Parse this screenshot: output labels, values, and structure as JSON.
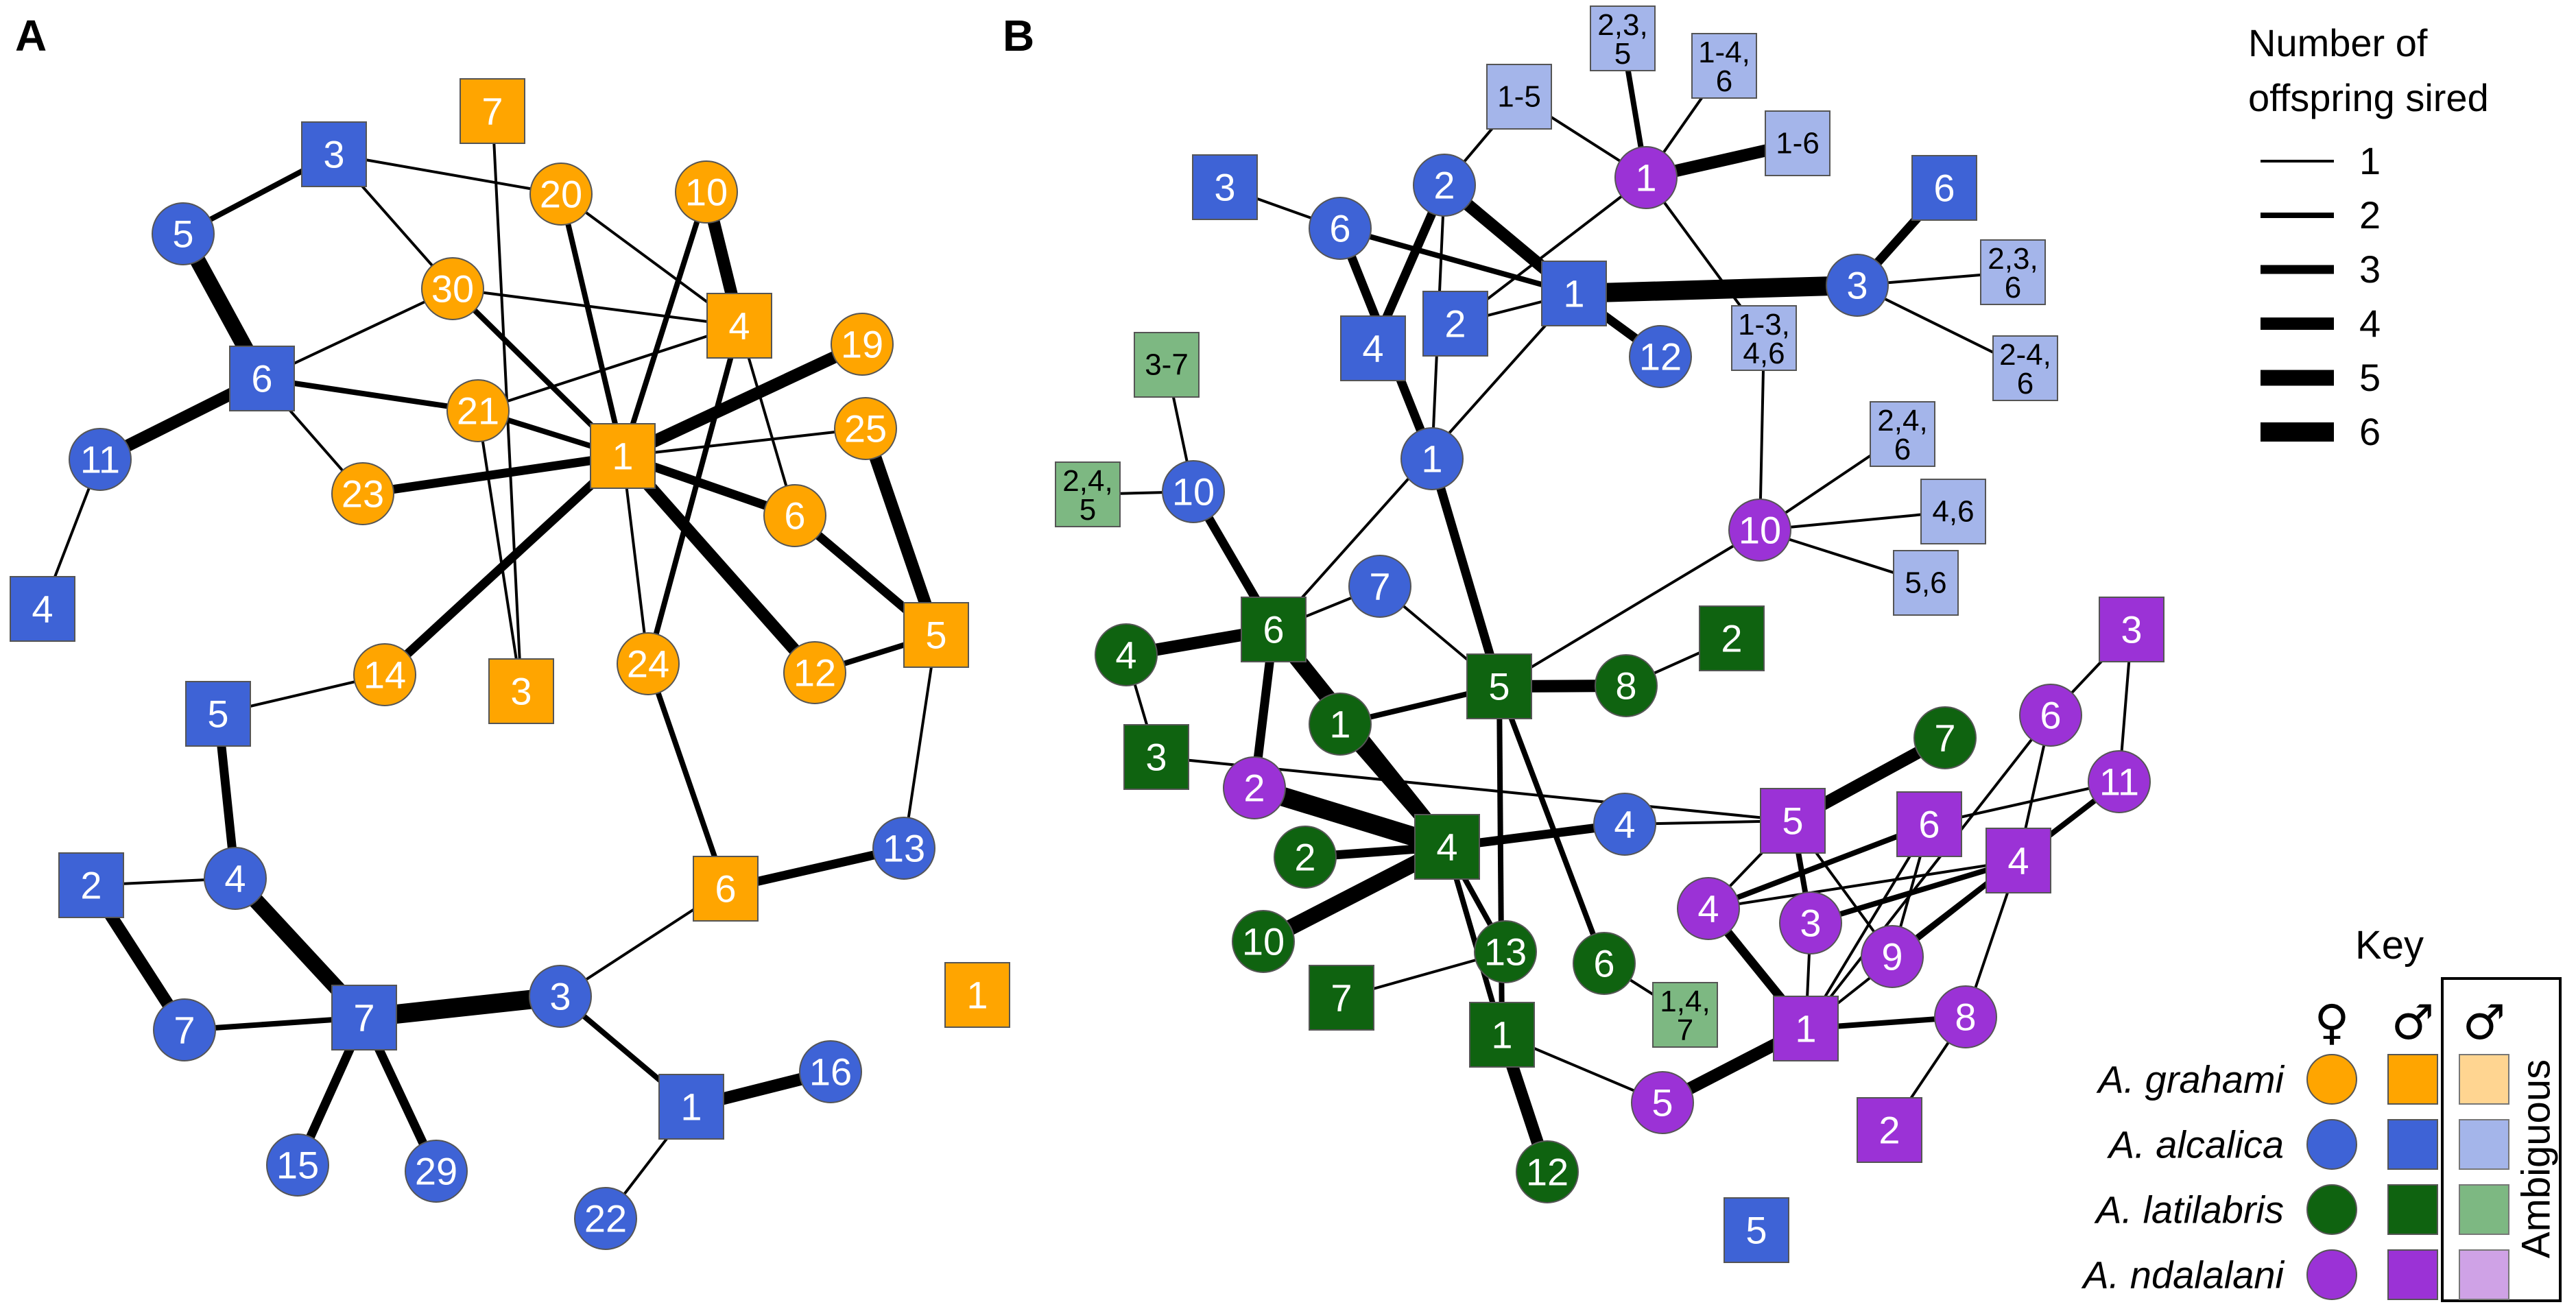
{
  "panels": [
    "A",
    "B"
  ],
  "colors": {
    "A. grahami": "#ffa500",
    "A. alcalica": "#3e63d6",
    "A. latilabris": "#0f6310",
    "A. ndalalani": "#9b32d6",
    "amb_grahami": "#ffd591",
    "amb_alcalica": "#a4b5ea",
    "amb_latilabris": "#7db882",
    "amb_ndalalani": "#cfa2e6",
    "edge": "#000000"
  },
  "legend": {
    "title": "Number of offspring sired",
    "levels": [
      "1",
      "2",
      "3",
      "4",
      "5",
      "6"
    ],
    "key_title": "Key",
    "female_symbol": "♀",
    "male_symbol": "♂",
    "ambiguous_symbol": "♂",
    "ambiguous_label": "Ambiguous",
    "species": [
      "A. grahami",
      "A. alcalica",
      "A. latilabris",
      "A. ndalalani"
    ]
  },
  "panelA": {
    "nodes": [
      {
        "id": "aS7",
        "sp": "A. grahami",
        "shape": "square",
        "label": "7"
      },
      {
        "id": "aS3b",
        "sp": "A. alcalica",
        "shape": "square",
        "label": "3"
      },
      {
        "id": "aC20",
        "sp": "A. grahami",
        "shape": "circle",
        "label": "20"
      },
      {
        "id": "aC10",
        "sp": "A. grahami",
        "shape": "circle",
        "label": "10"
      },
      {
        "id": "aC5",
        "sp": "A. alcalica",
        "shape": "circle",
        "label": "5"
      },
      {
        "id": "aC30",
        "sp": "A. grahami",
        "shape": "circle",
        "label": "30"
      },
      {
        "id": "aS4o",
        "sp": "A. grahami",
        "shape": "square",
        "label": "4"
      },
      {
        "id": "aC19",
        "sp": "A. grahami",
        "shape": "circle",
        "label": "19"
      },
      {
        "id": "aS6b",
        "sp": "A. alcalica",
        "shape": "square",
        "label": "6"
      },
      {
        "id": "aC21",
        "sp": "A. grahami",
        "shape": "circle",
        "label": "21"
      },
      {
        "id": "aC25",
        "sp": "A. grahami",
        "shape": "circle",
        "label": "25"
      },
      {
        "id": "aC11",
        "sp": "A. alcalica",
        "shape": "circle",
        "label": "11"
      },
      {
        "id": "aS1o",
        "sp": "A. grahami",
        "shape": "square",
        "label": "1"
      },
      {
        "id": "aC23",
        "sp": "A. grahami",
        "shape": "circle",
        "label": "23"
      },
      {
        "id": "aC6",
        "sp": "A. grahami",
        "shape": "circle",
        "label": "6"
      },
      {
        "id": "aS4b",
        "sp": "A. alcalica",
        "shape": "square",
        "label": "4"
      },
      {
        "id": "aS5b",
        "sp": "A. alcalica",
        "shape": "square",
        "label": "5"
      },
      {
        "id": "aC14",
        "sp": "A. grahami",
        "shape": "circle",
        "label": "14"
      },
      {
        "id": "aS3o",
        "sp": "A. grahami",
        "shape": "square",
        "label": "3"
      },
      {
        "id": "aC24",
        "sp": "A. grahami",
        "shape": "circle",
        "label": "24"
      },
      {
        "id": "aC12",
        "sp": "A. grahami",
        "shape": "circle",
        "label": "12"
      },
      {
        "id": "aS5o",
        "sp": "A. grahami",
        "shape": "square",
        "label": "5"
      },
      {
        "id": "aS2b",
        "sp": "A. alcalica",
        "shape": "square",
        "label": "2"
      },
      {
        "id": "aC4b",
        "sp": "A. alcalica",
        "shape": "circle",
        "label": "4"
      },
      {
        "id": "aC13",
        "sp": "A. alcalica",
        "shape": "circle",
        "label": "13"
      },
      {
        "id": "aS6o",
        "sp": "A. grahami",
        "shape": "square",
        "label": "6"
      },
      {
        "id": "aS1o2",
        "sp": "A. grahami",
        "shape": "square",
        "label": "1"
      },
      {
        "id": "aC7",
        "sp": "A. alcalica",
        "shape": "circle",
        "label": "7"
      },
      {
        "id": "aS7b",
        "sp": "A. alcalica",
        "shape": "square",
        "label": "7"
      },
      {
        "id": "aC3b",
        "sp": "A. alcalica",
        "shape": "circle",
        "label": "3"
      },
      {
        "id": "aS1b",
        "sp": "A. alcalica",
        "shape": "square",
        "label": "1"
      },
      {
        "id": "aC16",
        "sp": "A. alcalica",
        "shape": "circle",
        "label": "16"
      },
      {
        "id": "aC15",
        "sp": "A. alcalica",
        "shape": "circle",
        "label": "15"
      },
      {
        "id": "aC29",
        "sp": "A. alcalica",
        "shape": "circle",
        "label": "29"
      },
      {
        "id": "aC22",
        "sp": "A. alcalica",
        "shape": "circle",
        "label": "22"
      }
    ],
    "edges": [
      [
        "aS7",
        "aS3o",
        1
      ],
      [
        "aS3b",
        "aC20",
        1
      ],
      [
        "aS3b",
        "aC30",
        1
      ],
      [
        "aS3b",
        "aC5",
        2
      ],
      [
        "aC5",
        "aS6b",
        5
      ],
      [
        "aS6b",
        "aC11",
        4
      ],
      [
        "aS6b",
        "aC30",
        1
      ],
      [
        "aS6b",
        "aC21",
        2
      ],
      [
        "aS6b",
        "aC23",
        1
      ],
      [
        "aC11",
        "aS4b",
        1
      ],
      [
        "aC30",
        "aS4o",
        1
      ],
      [
        "aC30",
        "aS1o",
        2
      ],
      [
        "aC20",
        "aS1o",
        2
      ],
      [
        "aC20",
        "aS4o",
        1
      ],
      [
        "aC10",
        "aS1o",
        2
      ],
      [
        "aC10",
        "aS4o",
        4
      ],
      [
        "aS4o",
        "aC21",
        1
      ],
      [
        "aS4o",
        "aC6",
        1
      ],
      [
        "aS4o",
        "aC24",
        2
      ],
      [
        "aC19",
        "aS1o",
        4
      ],
      [
        "aC25",
        "aS1o",
        1
      ],
      [
        "aC25",
        "aS5o",
        4
      ],
      [
        "aC21",
        "aS1o",
        2
      ],
      [
        "aC21",
        "aS3o",
        1
      ],
      [
        "aC23",
        "aS1o",
        3
      ],
      [
        "aS1o",
        "aC6",
        3
      ],
      [
        "aS1o",
        "aC12",
        4
      ],
      [
        "aS1o",
        "aC14",
        3
      ],
      [
        "aS1o",
        "aC24",
        1
      ],
      [
        "aC6",
        "aS5o",
        3
      ],
      [
        "aC12",
        "aS5o",
        2
      ],
      [
        "aS5o",
        "aC13",
        1
      ],
      [
        "aC24",
        "aS6o",
        2
      ],
      [
        "aC14",
        "aS5b",
        1
      ],
      [
        "aS5b",
        "aC4b",
        3
      ],
      [
        "aS2b",
        "aC4b",
        1
      ],
      [
        "aS2b",
        "aC7",
        4
      ],
      [
        "aC4b",
        "aS7b",
        5
      ],
      [
        "aC7",
        "aS7b",
        2
      ],
      [
        "aS7b",
        "aC3b",
        6
      ],
      [
        "aS7b",
        "aC15",
        3
      ],
      [
        "aS7b",
        "aC29",
        3
      ],
      [
        "aC3b",
        "aS6o",
        1
      ],
      [
        "aC3b",
        "aS1b",
        2
      ],
      [
        "aS6o",
        "aC13",
        3
      ],
      [
        "aS1b",
        "aC16",
        4
      ],
      [
        "aS1b",
        "aC22",
        1
      ]
    ]
  },
  "panelB": {
    "nodes": [
      {
        "id": "bAm_235",
        "sp": "A. alcalica",
        "shape": "amb",
        "label": "2,3,\n5"
      },
      {
        "id": "bAm_1_4_6",
        "sp": "A. alcalica",
        "shape": "amb",
        "label": "1-4,\n6"
      },
      {
        "id": "bAm_1_5",
        "sp": "A. alcalica",
        "shape": "amb",
        "label": "1-5"
      },
      {
        "id": "bAm_1_6",
        "sp": "A. alcalica",
        "shape": "amb",
        "label": "1-6"
      },
      {
        "id": "bN1",
        "sp": "A. ndalalani",
        "shape": "circle",
        "label": "1"
      },
      {
        "id": "bS3b",
        "sp": "A. alcalica",
        "shape": "square",
        "label": "3"
      },
      {
        "id": "bC2b",
        "sp": "A. alcalica",
        "shape": "circle",
        "label": "2"
      },
      {
        "id": "bC6b",
        "sp": "A. alcalica",
        "shape": "circle",
        "label": "6"
      },
      {
        "id": "bS6b",
        "sp": "A. alcalica",
        "shape": "square",
        "label": "6"
      },
      {
        "id": "bS1b",
        "sp": "A. alcalica",
        "shape": "square",
        "label": "1"
      },
      {
        "id": "bC3b",
        "sp": "A. alcalica",
        "shape": "circle",
        "label": "3"
      },
      {
        "id": "bAm_236",
        "sp": "A. alcalica",
        "shape": "amb",
        "label": "2,3,\n6"
      },
      {
        "id": "bS2b",
        "sp": "A. alcalica",
        "shape": "square",
        "label": "2"
      },
      {
        "id": "bS4b",
        "sp": "A. alcalica",
        "shape": "square",
        "label": "4"
      },
      {
        "id": "bC12b",
        "sp": "A. alcalica",
        "shape": "circle",
        "label": "12"
      },
      {
        "id": "bAm_1346",
        "sp": "A. alcalica",
        "shape": "amb",
        "label": "1-3,\n4,6"
      },
      {
        "id": "bAm_2_46",
        "sp": "A. alcalica",
        "shape": "amb",
        "label": "2-4,\n6"
      },
      {
        "id": "bAmG_37",
        "sp": "A. latilabris",
        "shape": "amb",
        "label": "3-7"
      },
      {
        "id": "bC1b",
        "sp": "A. alcalica",
        "shape": "circle",
        "label": "1"
      },
      {
        "id": "bAm_246",
        "sp": "A. alcalica",
        "shape": "amb",
        "label": "2,4,\n6"
      },
      {
        "id": "bAmG_245",
        "sp": "A. latilabris",
        "shape": "amb",
        "label": "2,4,\n5"
      },
      {
        "id": "bC10b",
        "sp": "A. alcalica",
        "shape": "circle",
        "label": "10"
      },
      {
        "id": "bN10",
        "sp": "A. ndalalani",
        "shape": "circle",
        "label": "10"
      },
      {
        "id": "bAm_46",
        "sp": "A. alcalica",
        "shape": "amb",
        "label": "4,6"
      },
      {
        "id": "bAm_56",
        "sp": "A. alcalica",
        "shape": "amb",
        "label": "5,6"
      },
      {
        "id": "bG4",
        "sp": "A. latilabris",
        "shape": "circle",
        "label": "4"
      },
      {
        "id": "bGS6",
        "sp": "A. latilabris",
        "shape": "square",
        "label": "6"
      },
      {
        "id": "bC7b",
        "sp": "A. alcalica",
        "shape": "circle",
        "label": "7"
      },
      {
        "id": "bGS2",
        "sp": "A. latilabris",
        "shape": "square",
        "label": "2"
      },
      {
        "id": "bNS3",
        "sp": "A. ndalalani",
        "shape": "square",
        "label": "3"
      },
      {
        "id": "bGS3",
        "sp": "A. latilabris",
        "shape": "square",
        "label": "3"
      },
      {
        "id": "bG1",
        "sp": "A. latilabris",
        "shape": "circle",
        "label": "1"
      },
      {
        "id": "bGS5",
        "sp": "A. latilabris",
        "shape": "square",
        "label": "5"
      },
      {
        "id": "bG8",
        "sp": "A. latilabris",
        "shape": "circle",
        "label": "8"
      },
      {
        "id": "bG7",
        "sp": "A. latilabris",
        "shape": "circle",
        "label": "7"
      },
      {
        "id": "bN6",
        "sp": "A. ndalalani",
        "shape": "circle",
        "label": "6"
      },
      {
        "id": "bN11",
        "sp": "A. ndalalani",
        "shape": "circle",
        "label": "11"
      },
      {
        "id": "bN2",
        "sp": "A. ndalalani",
        "shape": "circle",
        "label": "2"
      },
      {
        "id": "bGS4",
        "sp": "A. latilabris",
        "shape": "square",
        "label": "4"
      },
      {
        "id": "bC4b",
        "sp": "A. alcalica",
        "shape": "circle",
        "label": "4"
      },
      {
        "id": "bNS5",
        "sp": "A. ndalalani",
        "shape": "square",
        "label": "5"
      },
      {
        "id": "bNS6",
        "sp": "A. ndalalani",
        "shape": "square",
        "label": "6"
      },
      {
        "id": "bNS4",
        "sp": "A. ndalalani",
        "shape": "square",
        "label": "4"
      },
      {
        "id": "bG2",
        "sp": "A. latilabris",
        "shape": "circle",
        "label": "2"
      },
      {
        "id": "bN4",
        "sp": "A. ndalalani",
        "shape": "circle",
        "label": "4"
      },
      {
        "id": "bN3",
        "sp": "A. ndalalani",
        "shape": "circle",
        "label": "3"
      },
      {
        "id": "bN9",
        "sp": "A. ndalalani",
        "shape": "circle",
        "label": "9"
      },
      {
        "id": "bG10",
        "sp": "A. latilabris",
        "shape": "circle",
        "label": "10"
      },
      {
        "id": "bG13",
        "sp": "A. latilabris",
        "shape": "circle",
        "label": "13"
      },
      {
        "id": "bG6",
        "sp": "A. latilabris",
        "shape": "circle",
        "label": "6"
      },
      {
        "id": "bAmG_147",
        "sp": "A. latilabris",
        "shape": "amb",
        "label": "1,4,\n7"
      },
      {
        "id": "bGS7",
        "sp": "A. latilabris",
        "shape": "square",
        "label": "7"
      },
      {
        "id": "bGS1",
        "sp": "A. latilabris",
        "shape": "square",
        "label": "1"
      },
      {
        "id": "bNS1",
        "sp": "A. ndalalani",
        "shape": "square",
        "label": "1"
      },
      {
        "id": "bN8",
        "sp": "A. ndalalani",
        "shape": "circle",
        "label": "8"
      },
      {
        "id": "bN5",
        "sp": "A. ndalalani",
        "shape": "circle",
        "label": "5"
      },
      {
        "id": "bNS2",
        "sp": "A. ndalalani",
        "shape": "square",
        "label": "2"
      },
      {
        "id": "bG12",
        "sp": "A. latilabris",
        "shape": "circle",
        "label": "12"
      },
      {
        "id": "bS5b",
        "sp": "A. alcalica",
        "shape": "square",
        "label": "5"
      }
    ],
    "edges": [
      [
        "bAm_235",
        "bN1",
        2
      ],
      [
        "bAm_1_4_6",
        "bN1",
        1
      ],
      [
        "bAm_1_6",
        "bN1",
        4
      ],
      [
        "bN1",
        "bAm_1_5",
        1
      ],
      [
        "bN1",
        "bS2b",
        1
      ],
      [
        "bN1",
        "bAm_1346",
        1
      ],
      [
        "bAm_1_5",
        "bC2b",
        1
      ],
      [
        "bS3b",
        "bC6b",
        1
      ],
      [
        "bC6b",
        "bS1b",
        2
      ],
      [
        "bC6b",
        "bC1b",
        3
      ],
      [
        "bC2b",
        "bS1b",
        4
      ],
      [
        "bC2b",
        "bS4b",
        3
      ],
      [
        "bC2b",
        "bC1b",
        1
      ],
      [
        "bS1b",
        "bC3b",
        6
      ],
      [
        "bS1b",
        "bC12b",
        3
      ],
      [
        "bS1b",
        "bGS6",
        1
      ],
      [
        "bS1b",
        "bS2b",
        1
      ],
      [
        "bS6b",
        "bC3b",
        3
      ],
      [
        "bC3b",
        "bAm_236",
        1
      ],
      [
        "bC3b",
        "bAm_2_46",
        1
      ],
      [
        "bAm_1346",
        "bN10",
        1
      ],
      [
        "bN10",
        "bAm_246",
        1
      ],
      [
        "bN10",
        "bAm_46",
        1
      ],
      [
        "bN10",
        "bAm_56",
        1
      ],
      [
        "bN10",
        "bGS5",
        1
      ],
      [
        "bAmG_37",
        "bC10b",
        1
      ],
      [
        "bAmG_245",
        "bC10b",
        1
      ],
      [
        "bC10b",
        "bGS6",
        3
      ],
      [
        "bC1b",
        "bGS5",
        3
      ],
      [
        "bG4",
        "bGS6",
        4
      ],
      [
        "bG4",
        "bGS3",
        1
      ],
      [
        "bGS6",
        "bC7b",
        1
      ],
      [
        "bGS6",
        "bN2",
        3
      ],
      [
        "bGS6",
        "bGS4",
        5
      ],
      [
        "bGS6",
        "bG1",
        2
      ],
      [
        "bC7b",
        "bGS5",
        1
      ],
      [
        "bGS3",
        "bNS5",
        1
      ],
      [
        "bG1",
        "bGS5",
        2
      ],
      [
        "bG1",
        "bGS4",
        4
      ],
      [
        "bGS5",
        "bG8",
        4
      ],
      [
        "bGS5",
        "bGS1",
        2
      ],
      [
        "bGS5",
        "bG6",
        2
      ],
      [
        "bG8",
        "bGS2",
        1
      ],
      [
        "bN2",
        "bGS4",
        6
      ],
      [
        "bGS4",
        "bG2",
        3
      ],
      [
        "bGS4",
        "bG10",
        5
      ],
      [
        "bGS4",
        "bC4b",
        3
      ],
      [
        "bGS4",
        "bG13",
        2
      ],
      [
        "bGS4",
        "bGS1",
        2
      ],
      [
        "bC4b",
        "bNS5",
        1
      ],
      [
        "bNS5",
        "bG7",
        4
      ],
      [
        "bNS5",
        "bN4",
        1
      ],
      [
        "bNS5",
        "bN3",
        2
      ],
      [
        "bNS5",
        "bN9",
        1
      ],
      [
        "bNS6",
        "bN4",
        2
      ],
      [
        "bNS6",
        "bN9",
        1
      ],
      [
        "bNS6",
        "bNS1",
        1
      ],
      [
        "bNS4",
        "bN4",
        1
      ],
      [
        "bNS4",
        "bN3",
        2
      ],
      [
        "bNS4",
        "bN8",
        1
      ],
      [
        "bNS4",
        "bNS1",
        1
      ],
      [
        "bN6",
        "bNS4",
        1
      ],
      [
        "bN6",
        "bNS3",
        1
      ],
      [
        "bN6",
        "bNS1",
        1
      ],
      [
        "bN11",
        "bNS3",
        1
      ],
      [
        "bN11",
        "bNS6",
        1
      ],
      [
        "bN11",
        "bN9",
        2
      ],
      [
        "bN4",
        "bNS1",
        3
      ],
      [
        "bN3",
        "bNS1",
        1
      ],
      [
        "bNS1",
        "bN8",
        2
      ],
      [
        "bNS1",
        "bN5",
        4
      ],
      [
        "bN8",
        "bNS2",
        1
      ],
      [
        "bG13",
        "bGS7",
        1
      ],
      [
        "bG6",
        "bAmG_147",
        1
      ],
      [
        "bGS1",
        "bG12",
        4
      ],
      [
        "bGS1",
        "bN5",
        1
      ]
    ]
  }
}
